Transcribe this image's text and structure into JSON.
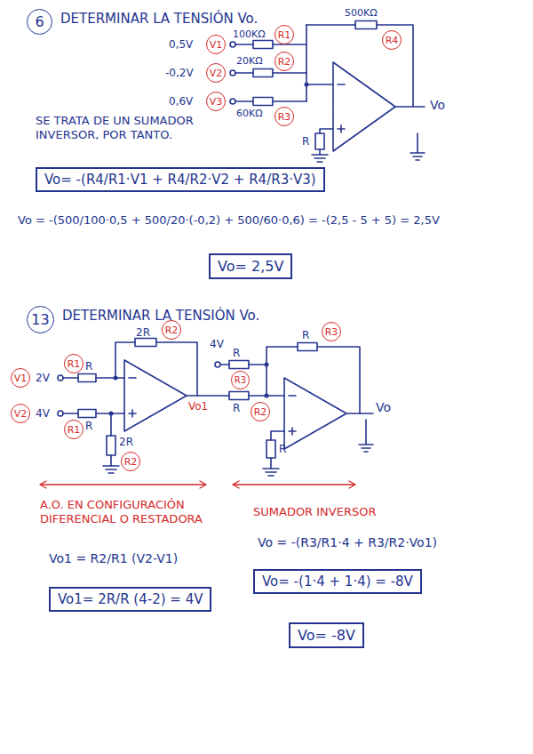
{
  "diagram": {
    "nodes": [
      {
        "text": [
          "6"
        ]
      },
      {
        "text": [
          "V1"
        ]
      },
      {
        "text": [
          "V2"
        ]
      },
      {
        "text": [
          "V3"
        ]
      },
      {
        "text": [
          "R1"
        ]
      },
      {
        "text": [
          "R2"
        ]
      },
      {
        "text": [
          "R3"
        ]
      },
      {
        "text": [
          "R4"
        ]
      },
      {
        "text": [
          "Vo= -(R4/R1·V1 + R4/R2·V2 + R4/R3·V3)"
        ]
      },
      {
        "text": [
          "Vo= 2,5V"
        ]
      },
      {
        "text": [
          "13"
        ]
      },
      {
        "text": [
          "V1"
        ]
      },
      {
        "text": [
          "V2"
        ]
      },
      {
        "text": [
          "R1"
        ]
      },
      {
        "text": [
          "R2"
        ]
      },
      {
        "text": [
          "R1"
        ]
      },
      {
        "text": [
          "R2"
        ]
      },
      {
        "text": [
          "R3"
        ]
      },
      {
        "text": [
          "R3"
        ]
      },
      {
        "text": [
          "R2"
        ]
      },
      {
        "text": [
          "Vo1= 2R/R (4-2) = 4V"
        ]
      },
      {
        "text": [
          "Vo= -(1·4 + 1·4) = -8V"
        ]
      },
      {
        "text": [
          "Vo= -8V"
        ]
      }
    ],
    "labels": [
      "DETERMINAR LA TENSIÓN Vo.",
      "0,5V",
      "-0,2V",
      "0,6V",
      "100KΩ",
      "20KΩ",
      "60KΩ",
      "500KΩ",
      "Vo",
      "R",
      "SE TRATA DE UN SUMADOR INVERSOR, POR TANTO.",
      "Vo = -(500/100·0,5 + 500/20·(-0,2) + 500/60·0,6) = -(2,5 - 5 + 5) = 2,5V",
      "DETERMINAR LA TENSIÓN Vo.",
      "2R",
      "R",
      "2V",
      "R",
      "4V",
      "2R",
      "Vo1",
      "4V",
      "R",
      "R",
      "R",
      "R",
      "Vo",
      "A.O. EN CONFIGURACIÓN DIFERENCIAL O RESTADORA",
      "SUMADOR INVERSOR",
      "Vo1 = R2/R1 (V2-V1)",
      "Vo = -(R3/R1·4 + R3/R2·Vo1)"
    ]
  }
}
